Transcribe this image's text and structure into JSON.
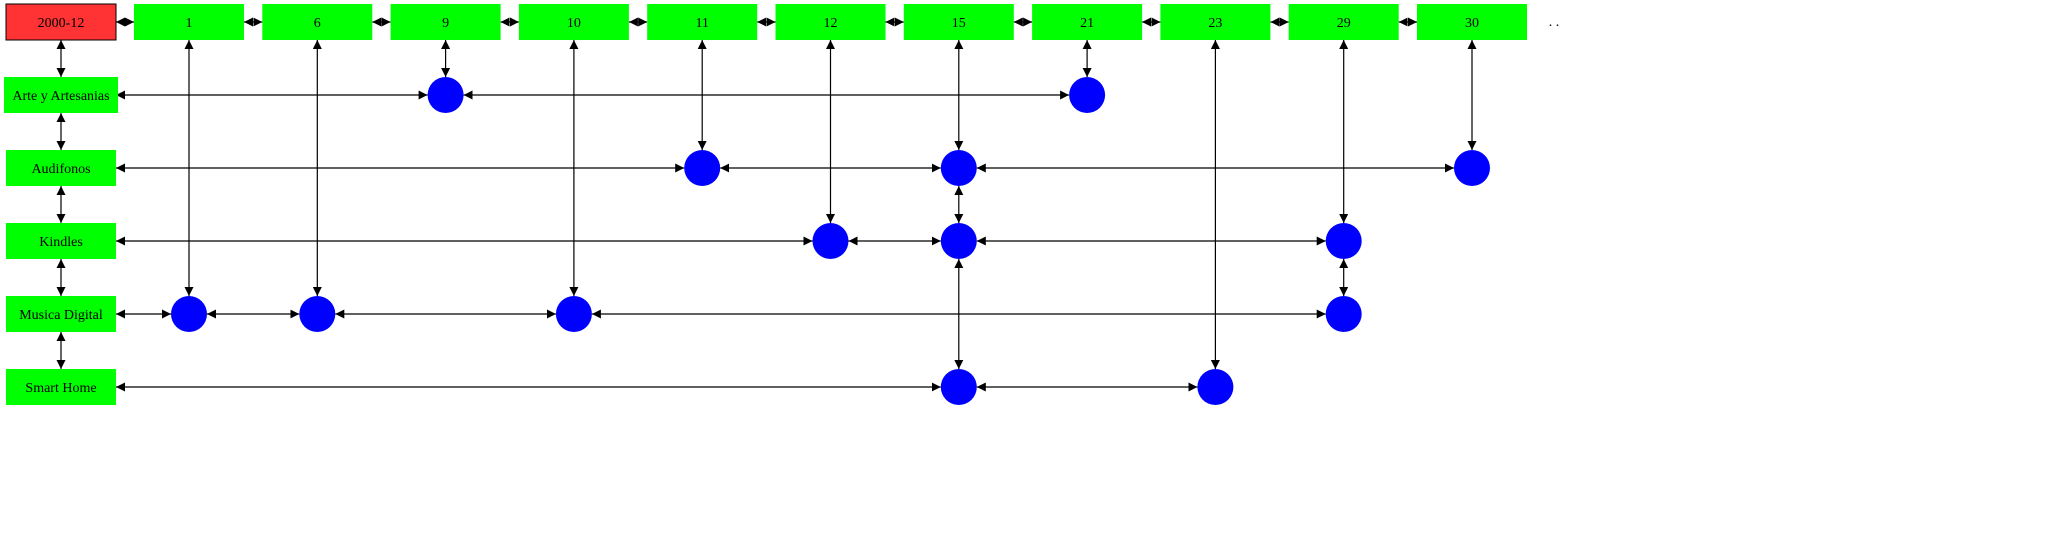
{
  "root": {
    "label": "2000-12",
    "color": "#ff3333"
  },
  "days": [
    "1",
    "6",
    "9",
    "10",
    "11",
    "12",
    "15",
    "21",
    "23",
    "29",
    "30"
  ],
  "ellipsis": ". .",
  "categories": [
    {
      "label": "Arte y Artesanias",
      "days": [
        "9",
        "21"
      ]
    },
    {
      "label": "Audifonos",
      "days": [
        "11",
        "15",
        "30"
      ]
    },
    {
      "label": "Kindles",
      "days": [
        "12",
        "15",
        "29"
      ]
    },
    {
      "label": "Musica Digital",
      "days": [
        "1",
        "6",
        "10",
        "29"
      ]
    },
    {
      "label": "Smart Home",
      "days": [
        "15",
        "23"
      ]
    }
  ],
  "colors": {
    "box": "#00ff00",
    "node": "#0000ff",
    "edge": "#000000"
  }
}
